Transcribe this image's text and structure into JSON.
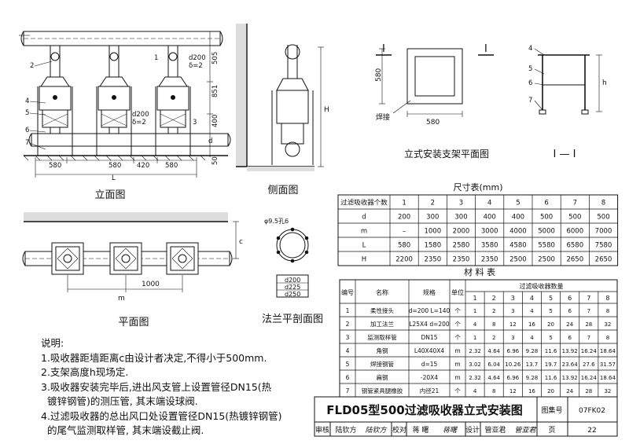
{
  "views": {
    "elevation": {
      "title": "立面图",
      "pipe_size_top": "d200",
      "pipe_delta_top": "δ=2",
      "pipe_size_bottom": "d200",
      "pipe_delta_bottom": "δ=2",
      "mark_3": "3",
      "mark_d": "d",
      "dim_bottom": [
        "580",
        "580",
        "420",
        "580"
      ],
      "dim_L": "L",
      "dim_right": [
        "505",
        "851",
        "400",
        "50"
      ]
    },
    "side": {
      "title": "侧面图",
      "dim_H": "H"
    },
    "plan": {
      "title": "平面图",
      "dim_1000": "1000",
      "dim_m": "m",
      "dim_c": "c"
    },
    "flange": {
      "title": "法兰平剖面图",
      "hole_label": "φ9.5孔6",
      "d_labels": [
        "d200",
        "d225",
        "d250"
      ]
    },
    "support_plan": {
      "title": "立式安装支架平面图",
      "section_mark": "I",
      "dim_w": "580",
      "dim_h": "580",
      "weld_label": "焊接"
    },
    "section": {
      "title": "I — I",
      "dim_h": "h",
      "numbers": [
        "4",
        "5",
        "6",
        "7"
      ]
    },
    "elevation_numbers": [
      "1",
      "2",
      "4",
      "5",
      "6",
      "7",
      "1"
    ]
  },
  "size_table": {
    "title": "尺寸表(mm)",
    "header_label": "过滤吸收器个数",
    "columns": [
      "1",
      "2",
      "3",
      "4",
      "5",
      "6",
      "7",
      "8"
    ],
    "rows": [
      {
        "name": "d",
        "values": [
          "200",
          "300",
          "300",
          "400",
          "400",
          "500",
          "500",
          "500"
        ]
      },
      {
        "name": "m",
        "values": [
          "–",
          "1000",
          "2000",
          "3000",
          "4000",
          "5000",
          "6000",
          "7000"
        ]
      },
      {
        "name": "L",
        "values": [
          "580",
          "1580",
          "2580",
          "3580",
          "4580",
          "5580",
          "6580",
          "7580"
        ]
      },
      {
        "name": "H",
        "values": [
          "2200",
          "2350",
          "2350",
          "2350",
          "2500",
          "2500",
          "2650",
          "2650"
        ]
      }
    ]
  },
  "materials_table": {
    "title": "材 料 表",
    "headers": {
      "no": "编号",
      "name": "名称",
      "spec": "规格",
      "unit": "单位",
      "count": "过滤吸收器数量"
    },
    "columns": [
      "1",
      "2",
      "3",
      "4",
      "5",
      "6",
      "7",
      "8"
    ],
    "rows": [
      {
        "no": "1",
        "name": "柔性接头",
        "spec": "d=200 L=140",
        "unit": "个",
        "values": [
          "1",
          "2",
          "3",
          "4",
          "5",
          "6",
          "7",
          "8"
        ]
      },
      {
        "no": "2",
        "name": "加工法兰",
        "spec": "L25X4 d=200",
        "unit": "个",
        "values": [
          "4",
          "8",
          "12",
          "16",
          "20",
          "24",
          "28",
          "32"
        ]
      },
      {
        "no": "3",
        "name": "监测取样管",
        "spec": "DN15",
        "unit": "个",
        "values": [
          "1",
          "2",
          "3",
          "4",
          "5",
          "6",
          "7",
          "8"
        ]
      },
      {
        "no": "4",
        "name": "角钢",
        "spec": "L40X40X4",
        "unit": "m",
        "values": [
          "2.32",
          "4.64",
          "6.96",
          "9.28",
          "11.6",
          "13.92",
          "16.24",
          "18.64"
        ]
      },
      {
        "no": "5",
        "name": "焊接钢管",
        "spec": "d=15",
        "unit": "m",
        "values": [
          "3.02",
          "6.04",
          "10.26",
          "13.7",
          "19.7",
          "23.64",
          "27.6",
          "31.57"
        ]
      },
      {
        "no": "6",
        "name": "扁钢",
        "spec": "-20X4",
        "unit": "m",
        "values": [
          "2.32",
          "4.64",
          "6.96",
          "9.28",
          "11.6",
          "13.92",
          "16.24",
          "18.64"
        ]
      },
      {
        "no": "7",
        "name": "钢管紧具腿橡胶",
        "spec": "内径21",
        "unit": "个",
        "values": [
          "4",
          "8",
          "12",
          "16",
          "20",
          "24",
          "28",
          "32"
        ]
      }
    ]
  },
  "notes": {
    "title": "说明:",
    "lines": [
      "1.吸收器距墙距离c由设计者决定,不得小于500mm.",
      "2.支架高度h现场定.",
      "3.吸收器安装完毕后,进出风支管上设置管径DN15(热",
      "  镀锌钢管)的测压管, 其末端设球阀.",
      "4.过滤吸收器的总出风口处设置管径DN15(热镀锌钢管)",
      "  的尾气监测取样管, 其末端设截止阀."
    ]
  },
  "title_block": {
    "title": "FLD05型500过滤吸收器立式安装图",
    "atlas_label": "图集号",
    "atlas_no": "07FK02",
    "review_label": "审核",
    "reviewer": "陆钦方",
    "reviewer_sig": "陆钦方",
    "check_label": "校对",
    "checker": "蒋 曙",
    "checker_sig": "蒋曙",
    "design_label": "设计",
    "designer": "管亚君",
    "designer_sig": "管亚君",
    "page_label": "页",
    "page_no": "22"
  }
}
